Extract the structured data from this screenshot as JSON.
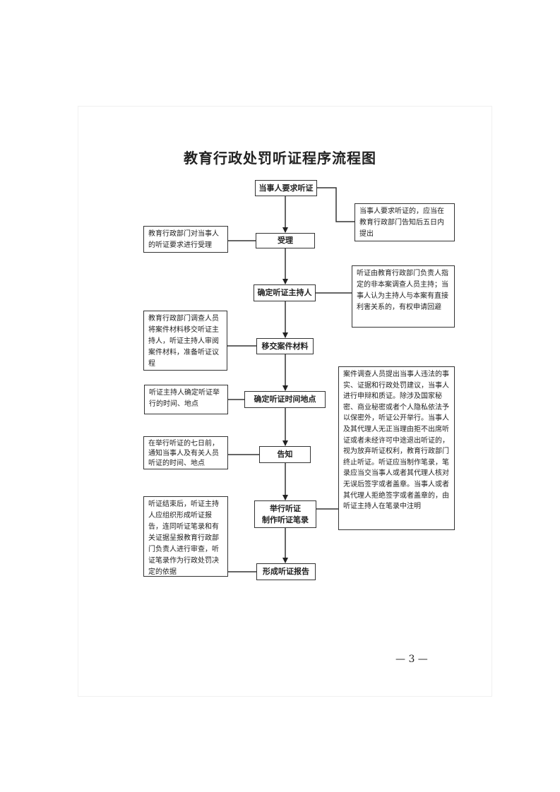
{
  "title": "教育行政处罚听证程序流程图",
  "steps": [
    "当事人要求听证",
    "受理",
    "确定听证主持人",
    "移交案件材料",
    "确定听证时间地点",
    "告知",
    "举行听证\n制作听证笔录",
    "形成听证报告"
  ],
  "notes": {
    "request_deadline": "当事人要求听证的，应当在教育行政部门告知后五日内提出",
    "acceptance": "教育行政部门对当事人的听证要求进行受理",
    "host": "听证由教育行政部门负责人指定的非本案调查人员主持；当事人认为主持人与本案有直接利害关系的，有权申请回避",
    "transfer": "教育行政部门调查人员将案件材料移交听证主持人，听证主持人审阅案件材料，准备听证议程",
    "time_place": "听证主持人确定听证举行的时间、地点",
    "notify": "在举行听证的七日前，通知当事人及有关人员听证的时间、地点",
    "hearing": "案件调查人员提出当事人违法的事实、证据和行政处罚建议，当事人进行申辩和质证。除涉及国家秘密、商业秘密或者个人隐私依法予以保密外，听证公开举行。当事人及其代理人无正当理由拒不出席听证或者未经许可中途退出听证的，视为放弃听证权利，教育行政部门终止听证。听证应当制作笔录，笔录应当交当事人或者其代理人核对无误后签字或者盖章。当事人或者其代理人拒绝签字或者盖章的，由听证主持人在笔录中注明",
    "report": "听证结束后，听证主持人应组织形成听证报告，连同听证笔录和有关证据呈报教育行政部门负责人进行审查，听证笔录作为行政处罚决定的依据"
  },
  "page_number": "— 3 —"
}
